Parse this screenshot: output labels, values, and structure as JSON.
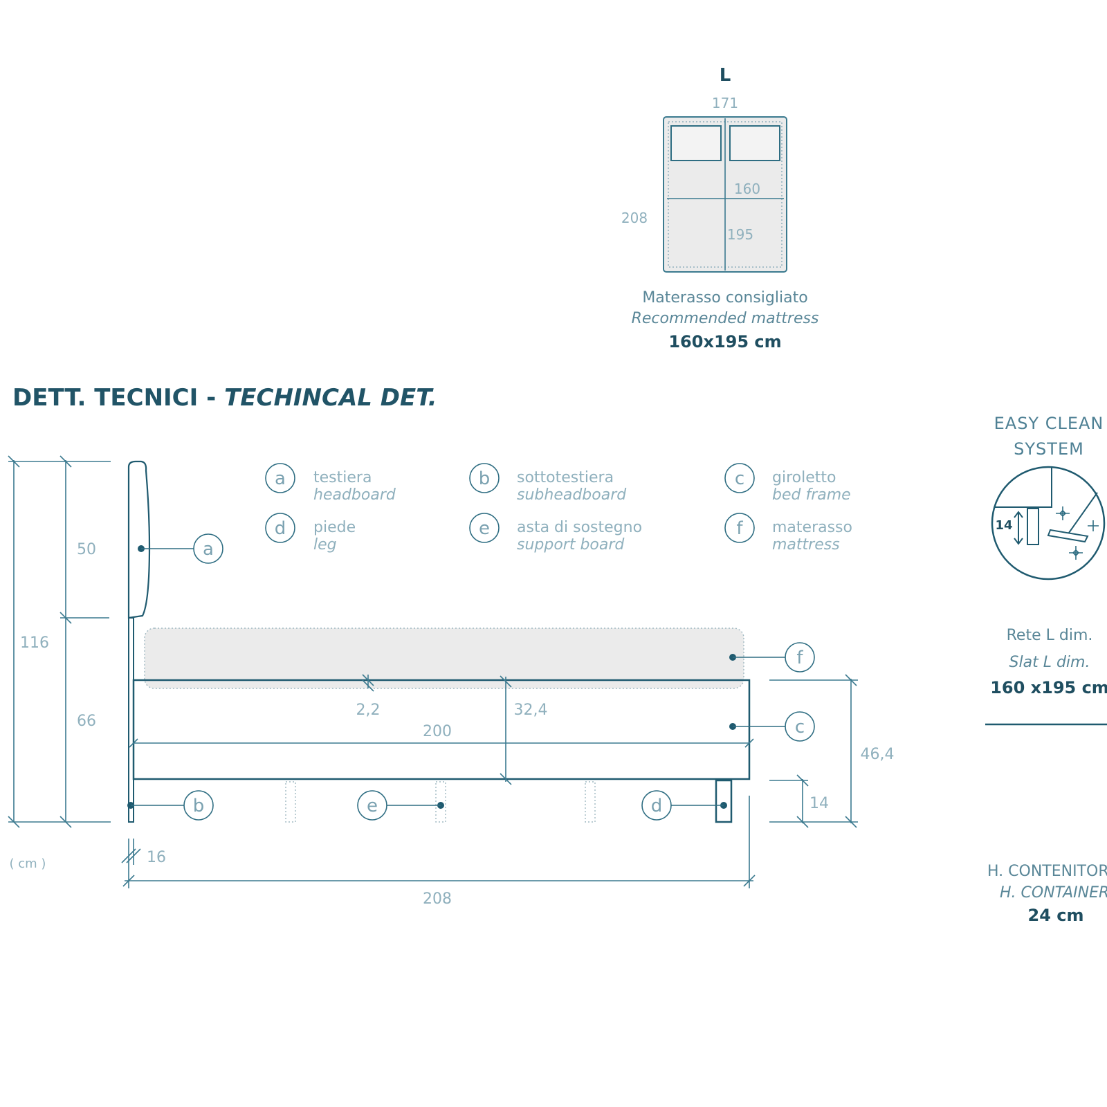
{
  "top_view": {
    "size_letter": "L",
    "width_outer": "171",
    "length_outer": "208",
    "width_inner": "160",
    "length_inner": "195",
    "mattress_it": "Materasso consigliato",
    "mattress_en": "Recommended mattress",
    "mattress_size": "160x195 cm"
  },
  "section_title": {
    "it": "DETT. TECNICI - ",
    "en": "TECHINCAL DET."
  },
  "legend": [
    {
      "key": "a",
      "it": "testiera",
      "en": "headboard"
    },
    {
      "key": "b",
      "it": "sottotestiera",
      "en": "subheadboard"
    },
    {
      "key": "c",
      "it": "giroletto",
      "en": "bed frame"
    },
    {
      "key": "d",
      "it": "piede",
      "en": "leg"
    },
    {
      "key": "e",
      "it": "asta di sostegno",
      "en": "support board"
    },
    {
      "key": "f",
      "it": "materasso",
      "en": "mattress"
    }
  ],
  "side_view": {
    "total_height": "116",
    "headboard_height": "50",
    "base_height": "66",
    "unit": "( cm )",
    "board_thickness": "16",
    "total_length": "208",
    "inner_length": "200",
    "frame_offset": "2,2",
    "frame_inner_height": "32,4",
    "frame_total_height": "46,4",
    "leg_height": "14",
    "callouts": [
      "a",
      "b",
      "c",
      "d",
      "e",
      "f"
    ]
  },
  "easy_clean": {
    "title_line1": "EASY CLEAN",
    "title_line2": "SYSTEM",
    "height_label": "14",
    "slat_it": "Rete L dim.",
    "slat_en": "Slat L dim.",
    "slat_size": "160 x195 cm",
    "container_it": "H. CONTENITORE",
    "container_en": "H. CONTAINER",
    "container_size": "24 cm"
  }
}
